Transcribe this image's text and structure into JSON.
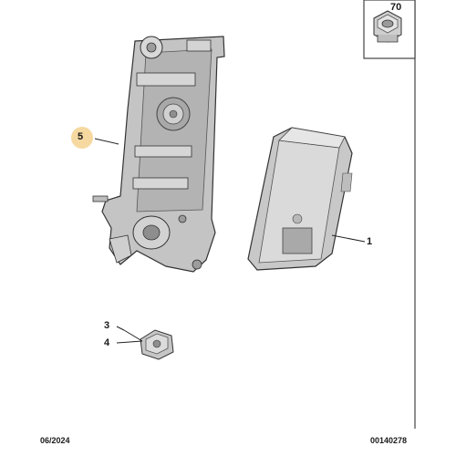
{
  "callouts": {
    "part_70": "70",
    "part_5": "5",
    "part_1": "1",
    "part_3": "3",
    "part_4": "4"
  },
  "footer": {
    "date": "06/2024",
    "reference": "00140278"
  },
  "colors": {
    "part_fill": "#c9c9c9",
    "part_light": "#e2e2e2",
    "part_dark": "#8e8e8e",
    "outline": "#3a3a3a",
    "highlight_circle": "#f6d9a0",
    "frame_line": "#444444"
  }
}
